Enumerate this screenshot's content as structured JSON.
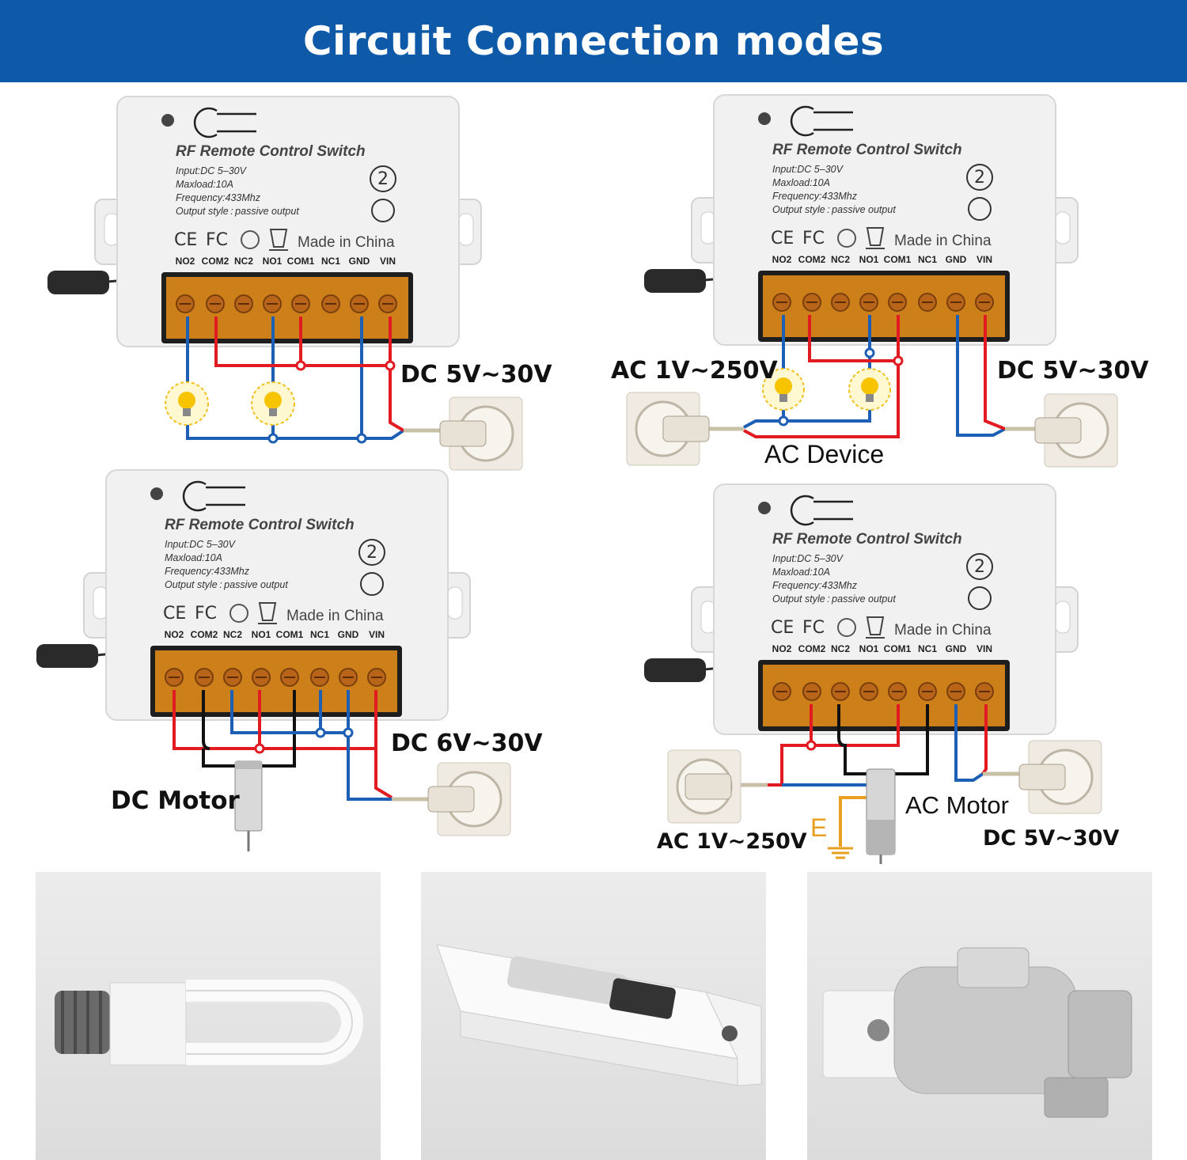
{
  "title": "Circuit Connection modes",
  "device": {
    "title": "RF Remote Control Switch",
    "specs": [
      "Input:DC 5–30V",
      "Maxload:10A",
      "Frequency:433Mhz",
      "Output style : passive output"
    ],
    "made_in": "Made in China",
    "terminals": [
      "NO2",
      "COM2",
      "NC2",
      "NO1",
      "COM1",
      "NC1",
      "GND",
      "VIN"
    ],
    "certifications": [
      "CE",
      "FC"
    ],
    "channel_badge": "2",
    "colors": {
      "power_wire": "#e21b23",
      "ground_wire": "#1c5fb5",
      "signal_wire": "#111111",
      "terminal_block": "#e08a1a",
      "banner": "#0e5aa8"
    }
  },
  "diagrams": {
    "top_left": {
      "dc_label": "DC 5V~30V"
    },
    "top_right": {
      "ac_label": "AC 1V~250V",
      "dc_label": "DC 5V~30V",
      "device_label": "AC Device"
    },
    "bottom_left": {
      "dc_label": "DC 6V~30V",
      "motor_label": "DC Motor"
    },
    "bottom_right": {
      "ac_label": "AC 1V~250V",
      "dc_label": "DC 5V~30V",
      "motor_label": "AC Motor",
      "earth_label": "E"
    }
  },
  "photos": [
    {
      "icon": "cfl-bulb-icon"
    },
    {
      "icon": "curtain-motor-icon"
    },
    {
      "icon": "ac-motor-icon"
    }
  ]
}
